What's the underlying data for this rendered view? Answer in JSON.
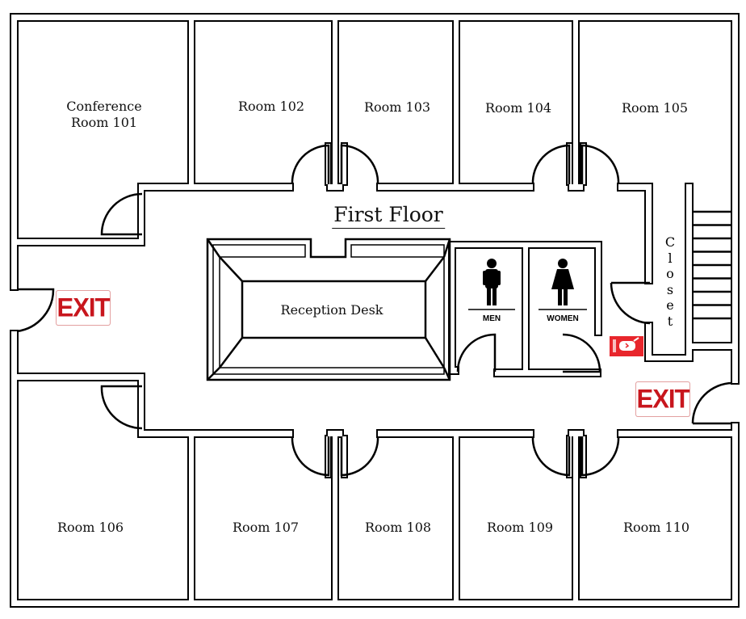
{
  "title": "First Floor",
  "rooms": {
    "r101": "Conference\nRoom 101",
    "r101_line1": "Conference",
    "r101_line2": "Room 101",
    "r102": "Room 102",
    "r103": "Room 103",
    "r104": "Room 104",
    "r105": "Room 105",
    "r106": "Room 106",
    "r107": "Room 107",
    "r108": "Room 108",
    "r109": "Room 109",
    "r110": "Room 110"
  },
  "reception": "Reception Desk",
  "closet": "Closet",
  "restrooms": {
    "men": "MEN",
    "women": "WOMEN"
  },
  "exit_signs": [
    "EXIT",
    "EXIT"
  ],
  "colors": {
    "wall": "#000000",
    "exit": "#c8161d",
    "extinguisher": "#e8262c"
  }
}
